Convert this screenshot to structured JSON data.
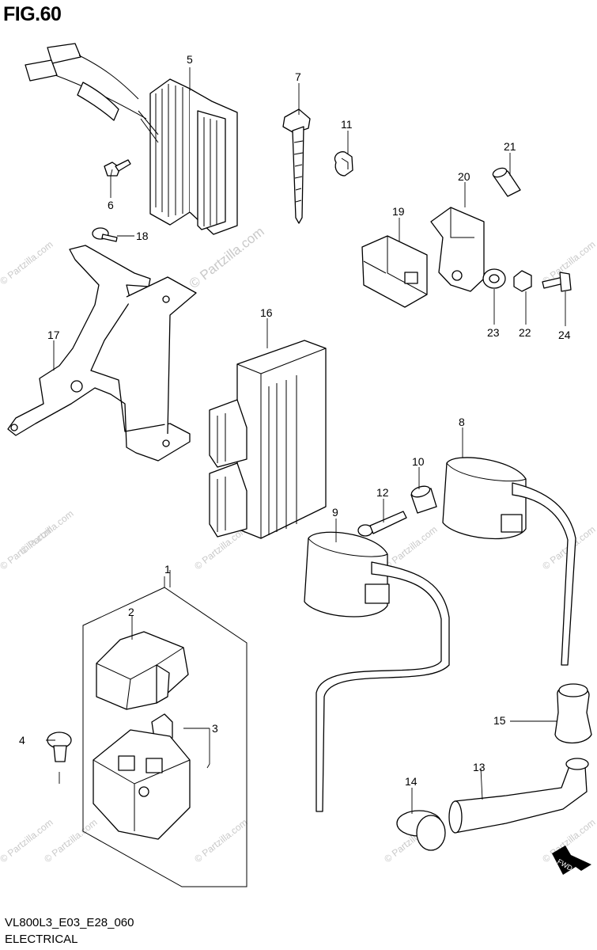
{
  "figure": {
    "title": "FIG.60",
    "code": "VL800L3_E03_E28_060",
    "section": "ELECTRICAL"
  },
  "watermark": {
    "text": "© Partzilla.com",
    "color": "#c9c9c9"
  },
  "callouts": [
    "1",
    "2",
    "3",
    "4",
    "5",
    "6",
    "7",
    "8",
    "9",
    "10",
    "11",
    "12",
    "13",
    "14",
    "15",
    "16",
    "17",
    "18",
    "19",
    "20",
    "21",
    "22",
    "23",
    "24"
  ],
  "fwd_label": "FWD",
  "colors": {
    "line": "#000000",
    "background": "#ffffff",
    "watermark": "#c9c9c9"
  }
}
